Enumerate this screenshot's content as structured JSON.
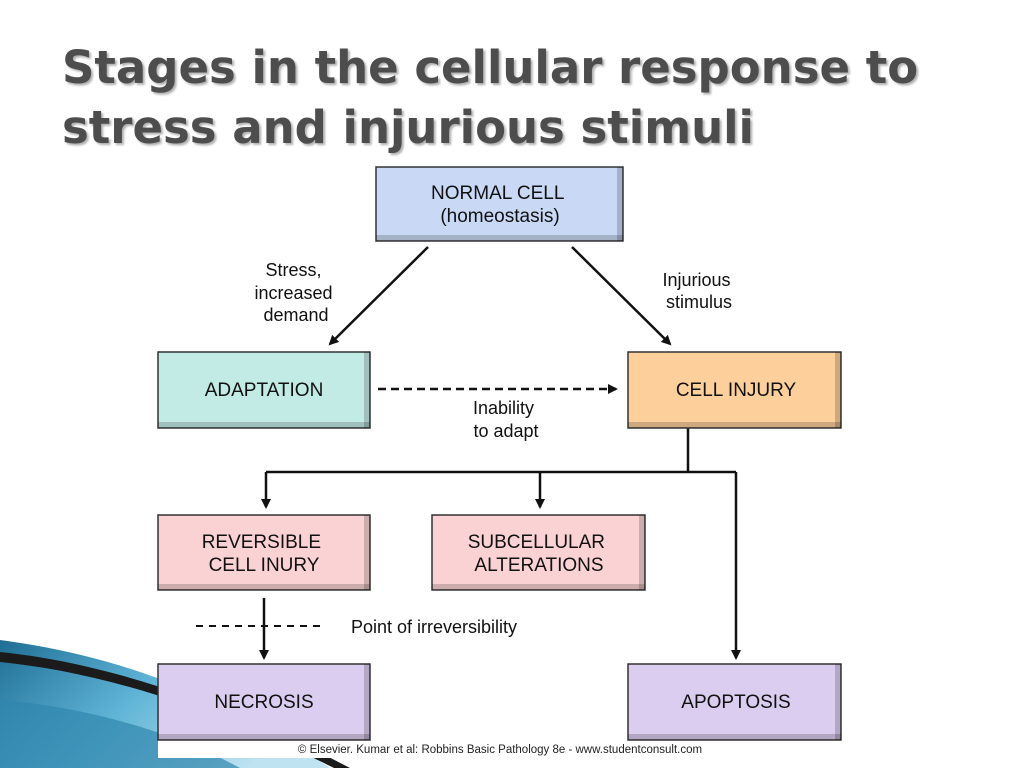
{
  "slide": {
    "title_line1": "Stages in the cellular response to",
    "title_line2": "stress and injurious stimuli",
    "credit": "© Elsevier. Kumar et al: Robbins Basic Pathology 8e - www.studentconsult.com"
  },
  "diagram": {
    "nodes": {
      "normal_cell": {
        "line1": "NORMAL CELL",
        "line2": "(homeostasis)",
        "color": "#c9d9f5"
      },
      "adaptation": {
        "line1": "ADAPTATION",
        "color": "#c3ebe6"
      },
      "cell_injury": {
        "line1": "CELL INJURY",
        "color": "#fccf9b"
      },
      "reversible": {
        "line1": "REVERSIBLE",
        "line2": "CELL INURY",
        "color": "#fad2d4"
      },
      "subcellular": {
        "line1": "SUBCELLULAR",
        "line2": "ALTERATIONS",
        "color": "#fad2d4"
      },
      "necrosis": {
        "line1": "NECROSIS",
        "color": "#dbcdef"
      },
      "apoptosis": {
        "line1": "APOPTOSIS",
        "color": "#dbcdef"
      }
    },
    "edges": {
      "stress": {
        "line1": "Stress,",
        "line2": "increased",
        "line3": "demand"
      },
      "injurious": {
        "line1": "Injurious",
        "line2": "stimulus"
      },
      "inability": {
        "line1": "Inability",
        "line2": "to adapt"
      },
      "irreversibility": {
        "line1": "Point of irreversibility"
      }
    }
  }
}
